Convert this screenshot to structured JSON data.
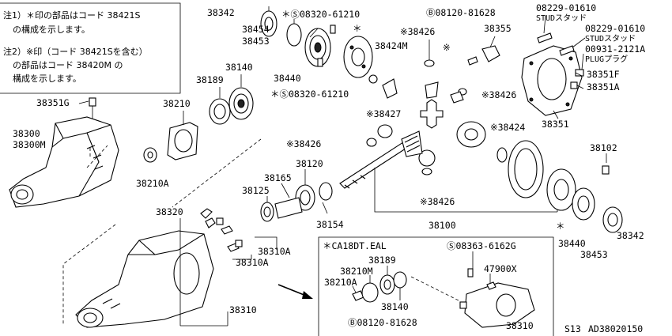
{
  "notes": {
    "note1_line1": "注1）＊印の部品はコード 38421S",
    "note1_line2": "の構成を示します。",
    "note2_line1": "注2）※印（コード 38421Sを含む）",
    "note2_line2": "の部品はコード 38420M の",
    "note2_line3": "構成を示します。"
  },
  "labels": {
    "p38342_top": "38342",
    "p38454": "38454",
    "p38453_top": "38453",
    "bolt_08320_top": "＊Ⓢ08320-61210",
    "star_mark": "＊",
    "p38424M": "38424M",
    "p38440_top": "38440",
    "bolt_08120_top": "Ⓑ08120-81628",
    "p38426_a": "※38426",
    "p38355": "38355",
    "kome_a": "※",
    "stud1_code": "08229-01610",
    "stud1_name": "STUDスタッド",
    "stud2_code": "08229-01610",
    "stud2_name": "STUDスタッド",
    "plug_code": "00931-2121A",
    "plug_name": "PLUGプラグ",
    "p38351F": "38351F",
    "p38351A": "38351A",
    "p38351": "38351",
    "p38140": "38140",
    "p38189": "38189",
    "p38210": "38210",
    "bolt_08320_mid": "＊Ⓢ08320-61210",
    "p38426_b": "※38426",
    "p38427": "※38427",
    "p38424": "※38424",
    "p38426_c": "※38426",
    "p38426_d": "※38426",
    "p38351G": "38351G",
    "p38300": "38300",
    "p38300M": "38300M",
    "p38210A": "38210A",
    "p38120": "38120",
    "p38165": "38165",
    "p38125": "38125",
    "p38154": "38154",
    "p38100": "38100",
    "p38102": "38102",
    "p38440_bot": "38440",
    "p38453_bot": "38453",
    "p38342_bot": "38342",
    "p38320": "38320",
    "p38310A_1": "38310A",
    "p38310A_2": "38310A",
    "p38310": "38310",
    "inset_title": "＊CA18DT.EAL",
    "inset_bolt": "Ⓢ08363-6162G",
    "inset_38189": "38189",
    "inset_38210M": "38210M",
    "inset_38210A": "38210A",
    "inset_47900X": "47900X",
    "inset_38140": "38140",
    "inset_bolt2": "Ⓑ08120-81628",
    "inset_38310": "38310",
    "footer_page": "S13",
    "footer_code": "AD38020150"
  }
}
